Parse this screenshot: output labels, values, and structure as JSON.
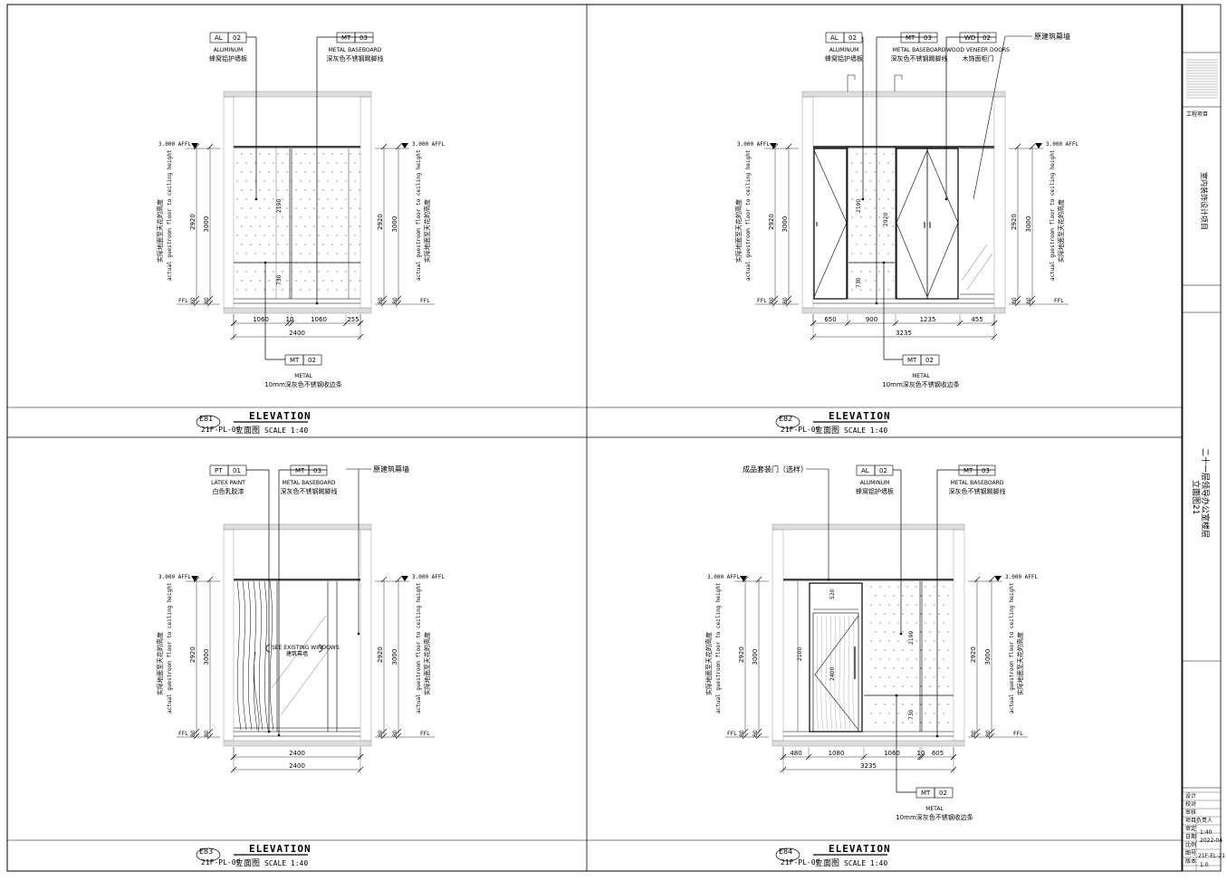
{
  "sheet": {
    "panels": [
      {
        "id": "E81",
        "code": "21F-PL-09",
        "title": "ELEVATION",
        "subtitle": "立面图",
        "scale": "SCALE 1:40",
        "top_level": "3.000 AFFL",
        "floor": "FFL",
        "height_total": "3000",
        "height_clear": "2920",
        "base": "80",
        "vertical_note_cn": "实际地面至天花的高度",
        "vertical_note_en": "actual guestroom floor to ceiling height",
        "inner_dims": [
          "2190",
          "730"
        ],
        "width_segments": [
          "1060",
          "10",
          "1060",
          "255"
        ],
        "width_total": "2400",
        "callouts": [
          {
            "code": "AL",
            "num": "02",
            "en": "ALUMINUM",
            "cn": "蜂窝铝护墙板"
          },
          {
            "code": "MT",
            "num": "03",
            "en": "METAL BASEBOARD",
            "cn": "深灰色不锈钢踢脚线"
          },
          {
            "code": "MT",
            "num": "02",
            "en": "METAL",
            "cn": "10mm深灰色不锈钢收边条"
          }
        ]
      },
      {
        "id": "E82",
        "code": "21F-PL-09",
        "title": "ELEVATION",
        "subtitle": "立面图",
        "scale": "SCALE 1:40",
        "top_level": "3.000 AFFL",
        "floor": "FFL",
        "height_total": "3000",
        "height_clear": "2920",
        "base": "80",
        "vertical_note_cn": "实际地面至天花的高度",
        "vertical_note_en": "actual guestroom floor to ceiling height",
        "inner_dims": [
          "2190",
          "730",
          "2920"
        ],
        "width_segments": [
          "650",
          "900",
          "1235",
          "455"
        ],
        "width_total": "3235",
        "callouts": [
          {
            "code": "AL",
            "num": "02",
            "en": "ALUMINUM",
            "cn": "蜂窝铝护墙板"
          },
          {
            "code": "MT",
            "num": "03",
            "en": "METAL BASEBOARD",
            "cn": "深灰色不锈钢踢脚线"
          },
          {
            "code": "WD",
            "num": "02",
            "en": "WOOD VENEER DOORS",
            "cn": "木饰面柜门"
          },
          {
            "code": "MT",
            "num": "02",
            "en": "METAL",
            "cn": "10mm深灰色不锈钢收边条"
          }
        ],
        "note": "原建筑幕墙"
      },
      {
        "id": "E83",
        "code": "21F-PL-09",
        "title": "ELEVATION",
        "subtitle": "立面图",
        "scale": "SCALE 1:40",
        "top_level": "3.000 AFFL",
        "floor": "FFL",
        "height_total": "3000",
        "height_clear": "2920",
        "base": "80",
        "vertical_note_cn": "实际地面至天花的高度",
        "vertical_note_en": "actual guestroom floor to ceiling height",
        "width_segments": [
          "2400"
        ],
        "width_total": "2400",
        "callouts": [
          {
            "code": "PT",
            "num": "01",
            "en": "LATEX PAINT",
            "cn": "白色乳胶漆"
          },
          {
            "code": "MT",
            "num": "03",
            "en": "METAL BASEBOARD",
            "cn": "深灰色不锈钢踢脚线"
          }
        ],
        "note": "原建筑幕墙",
        "window_note_en": "SEE EXISTING WINDOWS",
        "window_note_cn": "建筑幕墙"
      },
      {
        "id": "E84",
        "code": "21F-PL-09",
        "title": "ELEVATION",
        "subtitle": "立面图",
        "scale": "SCALE 1:40",
        "top_level": "3.000 AFFL",
        "floor": "FFL",
        "height_total": "3000",
        "height_clear": "2920",
        "base": "80",
        "vertical_note_cn": "实际地面至天花的高度",
        "vertical_note_en": "actual guestroom floor to ceiling height",
        "inner_dims": [
          "2100",
          "2400",
          "2190",
          "730",
          "520"
        ],
        "width_segments": [
          "480",
          "1080",
          "1060",
          "10",
          "605"
        ],
        "width_total": "3235",
        "callouts": [
          {
            "code": "AL",
            "num": "02",
            "en": "ALUMINUM",
            "cn": "蜂窝铝护墙板"
          },
          {
            "code": "MT",
            "num": "03",
            "en": "METAL BASEBOARD",
            "cn": "深灰色不锈钢踢脚线"
          },
          {
            "code": "MT",
            "num": "02",
            "en": "METAL",
            "cn": "10mm深灰色不锈钢收边条"
          }
        ],
        "note": "成品套装门（选样）"
      }
    ]
  },
  "title_block": {
    "project_label": "工程项目",
    "project_name": "室内装饰设计项目",
    "drawing_name": "二十一层领导办公室楼层",
    "drawing_title": "立面图21",
    "scale_value": "1:40",
    "date_value": "2022-04",
    "sheet_no": "21F-EL-21",
    "revision": "1.0",
    "field_labels": [
      "设计",
      "校对",
      "审核",
      "项目负责人",
      "审定",
      "日期",
      "比例",
      "图号",
      "版本"
    ]
  }
}
